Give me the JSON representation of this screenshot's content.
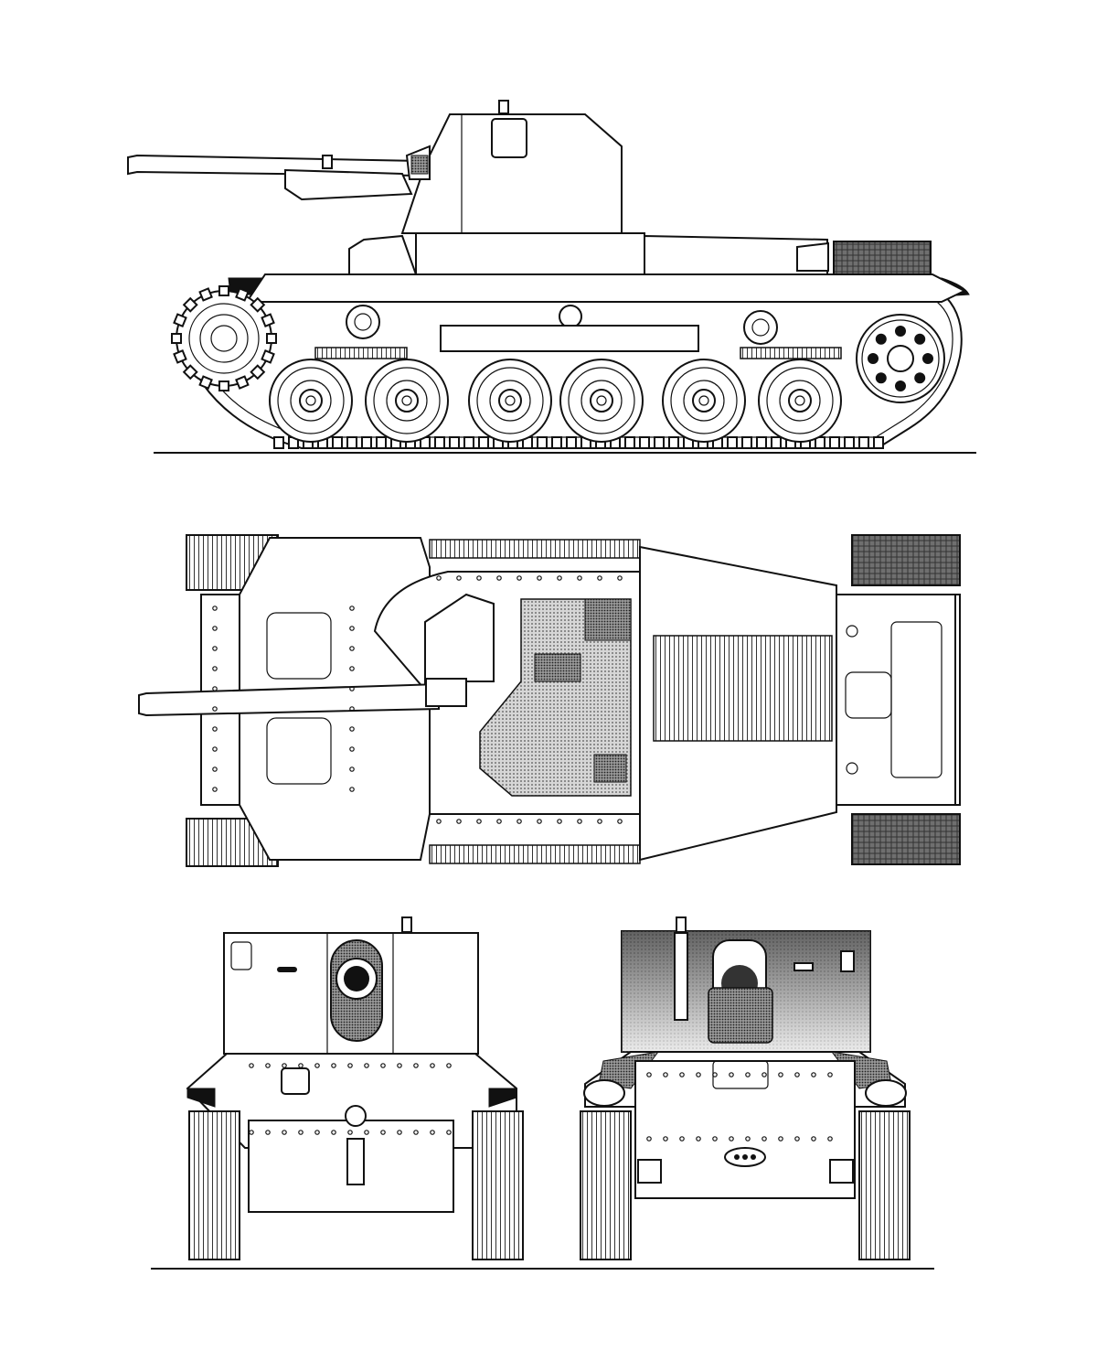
{
  "drawing": {
    "views": [
      "side-elevation",
      "top-plan",
      "front-elevation",
      "rear-elevation"
    ]
  },
  "colors": {
    "ink": "#111111",
    "paper": "#ffffff",
    "shade_light": "#bdbdbd",
    "shade_mid": "#8c8c8c",
    "shade_dark": "#4a4a4a"
  }
}
